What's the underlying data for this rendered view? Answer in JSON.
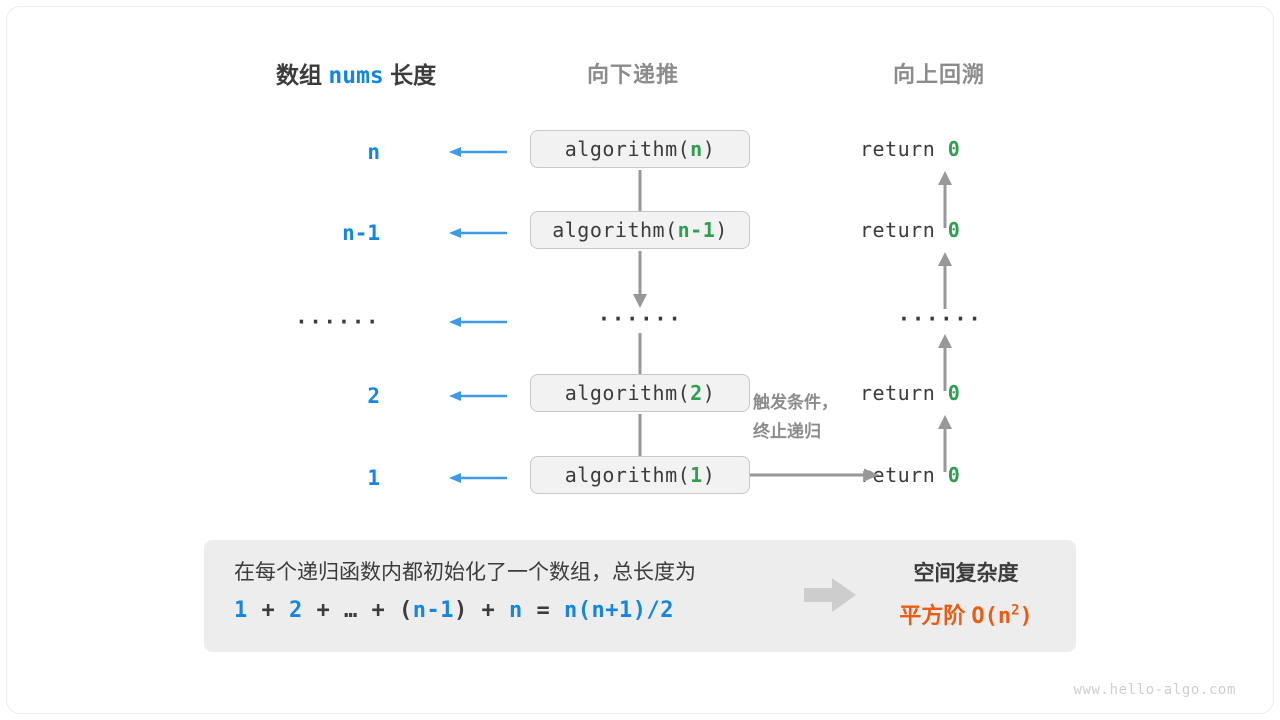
{
  "headers": {
    "left_prefix": "数组",
    "left_keyword": "nums",
    "left_suffix": "长度",
    "middle": "向下递推",
    "right": "向上回溯"
  },
  "rows": [
    {
      "length": "n",
      "call_prefix": "algorithm(",
      "call_arg": "n",
      "call_suffix": ")",
      "return_text": "return",
      "return_value": "0",
      "is_ellipsis": false
    },
    {
      "length": "n-1",
      "call_prefix": "algorithm(",
      "call_arg": "n-1",
      "call_suffix": ")",
      "return_text": "return",
      "return_value": "0",
      "is_ellipsis": false
    },
    {
      "length": "······",
      "call_prefix": "",
      "call_arg": "······",
      "call_suffix": "",
      "return_text": "······",
      "return_value": "",
      "is_ellipsis": true
    },
    {
      "length": "2",
      "call_prefix": "algorithm(",
      "call_arg": "2",
      "call_suffix": ")",
      "return_text": "return",
      "return_value": "0",
      "is_ellipsis": false
    },
    {
      "length": "1",
      "call_prefix": "algorithm(",
      "call_arg": "1",
      "call_suffix": ")",
      "return_text": "return",
      "return_value": "0",
      "is_ellipsis": false
    }
  ],
  "annotation": {
    "line1": "触发条件，",
    "line2": "终止递归"
  },
  "summary": {
    "description": "在每个递归函数内都初始化了一个数组，总长度为",
    "formula": {
      "t1": "1",
      "op1": "+",
      "t2": "2",
      "op2": "+",
      "t3": "…",
      "op3": "+",
      "lparen": "(",
      "t4": "n-1",
      "rparen": ")",
      "op4": "+",
      "t5": "n",
      "eq": "=",
      "result": "n(n+1)/2"
    },
    "complexity_title": "空间复杂度",
    "complexity_label": "平方阶",
    "complexity_big_o": "O(n",
    "complexity_exp": "2",
    "complexity_close": ")"
  },
  "watermark": "www.hello-algo.com",
  "colors": {
    "blue": "#1485e0",
    "green": "#2e9e50",
    "orange": "#ec5b13",
    "gray_text": "#8c8c8c",
    "dark_text": "#3c3c3c",
    "box_fill": "#f2f2f2",
    "panel_fill": "#ededed"
  }
}
